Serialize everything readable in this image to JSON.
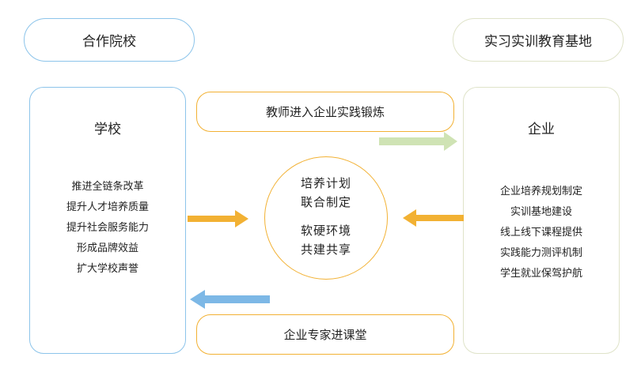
{
  "top_left_label": "合作院校",
  "top_right_label": "实习实训教育基地",
  "school": {
    "title": "学校",
    "items": [
      "推进全链条改革",
      "提升人才培养质量",
      "提升社会服务能力",
      "形成品牌效益",
      "扩大学校声誉"
    ]
  },
  "enterprise": {
    "title": "企业",
    "items": [
      "企业培养规划制定",
      "实训基地建设",
      "线上线下课程提供",
      "实践能力测评机制",
      "学生就业保驾护航"
    ]
  },
  "banner_top": "教师进入企业实践锻炼",
  "banner_bottom": "企业专家进课堂",
  "center": {
    "line1": "培养计划",
    "line2": "联合制定",
    "line3": "软硬环境",
    "line4": "共建共享"
  },
  "colors": {
    "school_border": "#8cc4ea",
    "enterprise_border": "#dfe3c9",
    "accent_orange": "#f2b133",
    "arrow_green": "#cfe3b4",
    "arrow_blue": "#7db8e6"
  }
}
